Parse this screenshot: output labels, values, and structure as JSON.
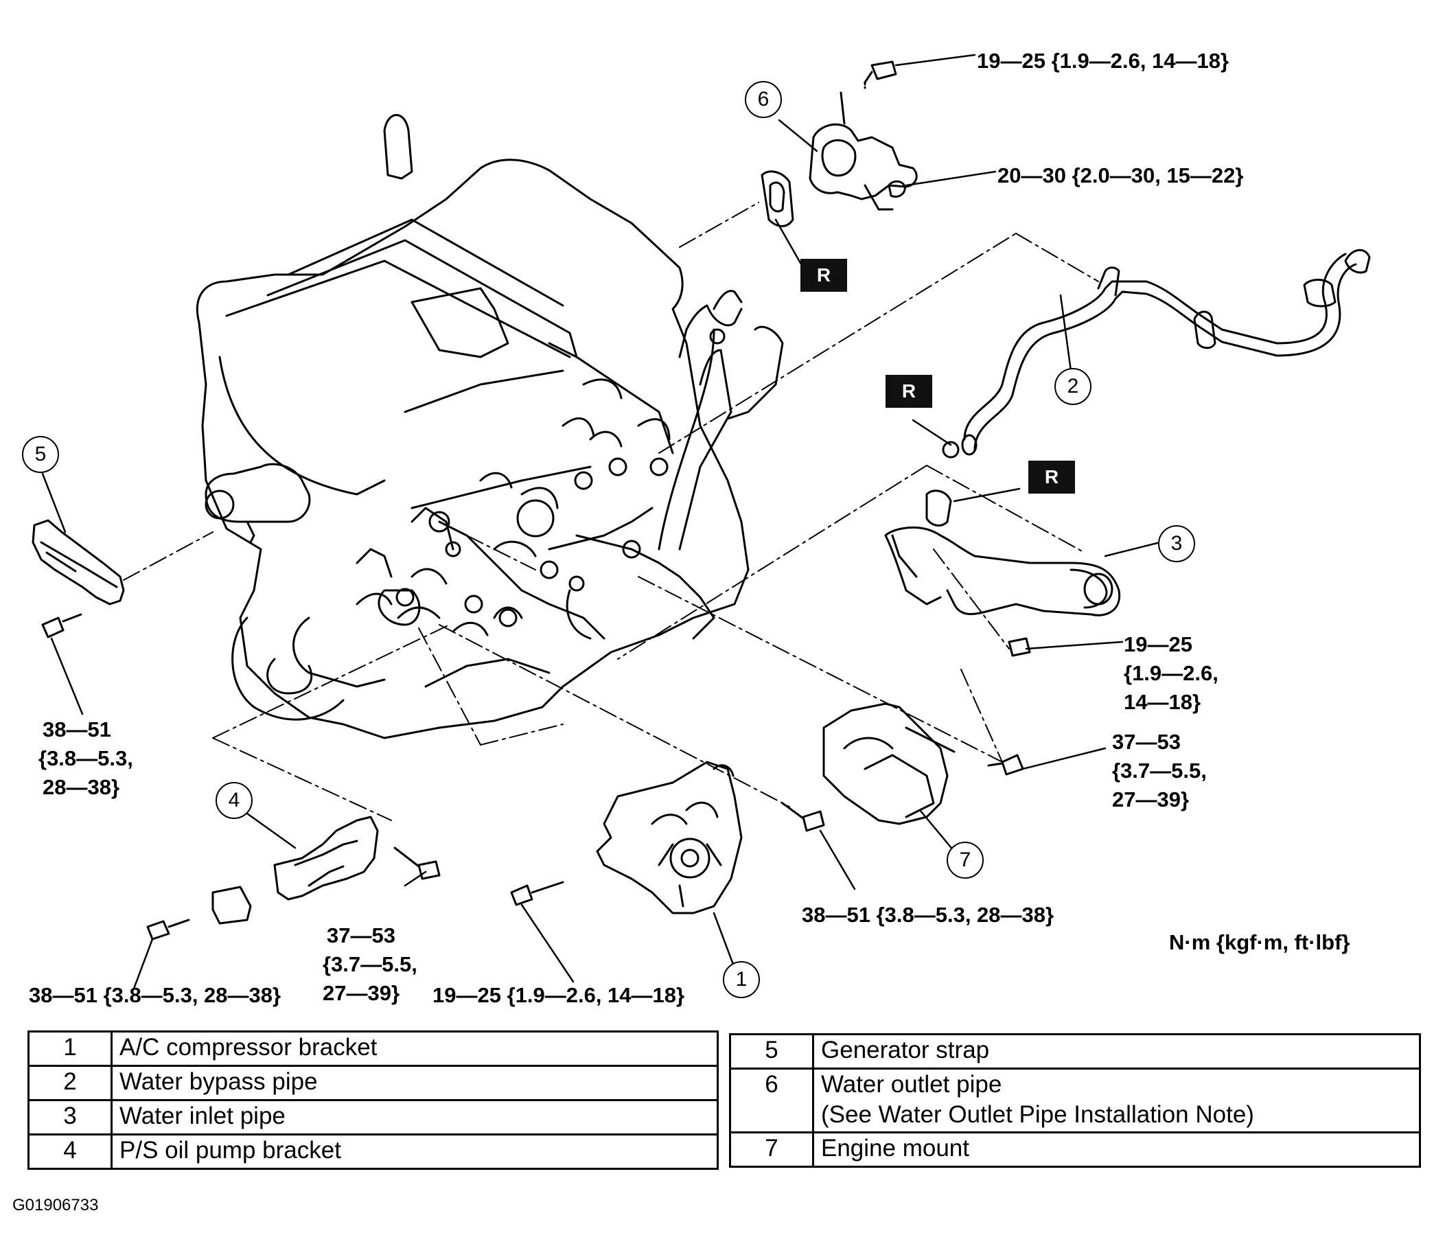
{
  "torque_specs": {
    "t_outlet_bolt": "19—25 {1.9—2.6, 14—18}",
    "t_outlet_nut": "20—30 {2.0—30, 15—22}",
    "t_inlet_1": "19—25",
    "t_inlet_2": "{1.9—2.6,",
    "t_inlet_3": "14—18}",
    "t_mount_1": "37—53",
    "t_mount_2": "{3.7—5.5,",
    "t_mount_3": "27—39}",
    "t_strap_1": "38—51",
    "t_strap_2": "{3.8—5.3,",
    "t_strap_3": "28—38}",
    "t_ac_right": "38—51 {3.8—5.3, 28—38}",
    "t_ps_1": "37—53",
    "t_ps_2": "{3.7—5.5,",
    "t_ps_3": "27—39}",
    "t_ps_left": "38—51 {3.8—5.3, 28—38}",
    "t_ac_bottom": "19—25 {1.9—2.6, 14—18}"
  },
  "units_label": "N·m {kgf·m, ft·lbf}",
  "replace_badge": "R",
  "callouts": [
    "1",
    "2",
    "3",
    "4",
    "5",
    "6",
    "7"
  ],
  "legend_left": [
    {
      "num": "1",
      "part": "A/C compressor bracket"
    },
    {
      "num": "2",
      "part": "Water bypass pipe"
    },
    {
      "num": "3",
      "part": "Water inlet pipe"
    },
    {
      "num": "4",
      "part": "P/S oil pump bracket"
    }
  ],
  "legend_right": [
    {
      "num": "5",
      "part": "Generator strap"
    },
    {
      "num": "6",
      "part": "Water outlet pipe",
      "note": "(See Water Outlet Pipe Installation Note)"
    },
    {
      "num": "7",
      "part": "Engine mount"
    }
  ],
  "doc_id": "G01906733"
}
